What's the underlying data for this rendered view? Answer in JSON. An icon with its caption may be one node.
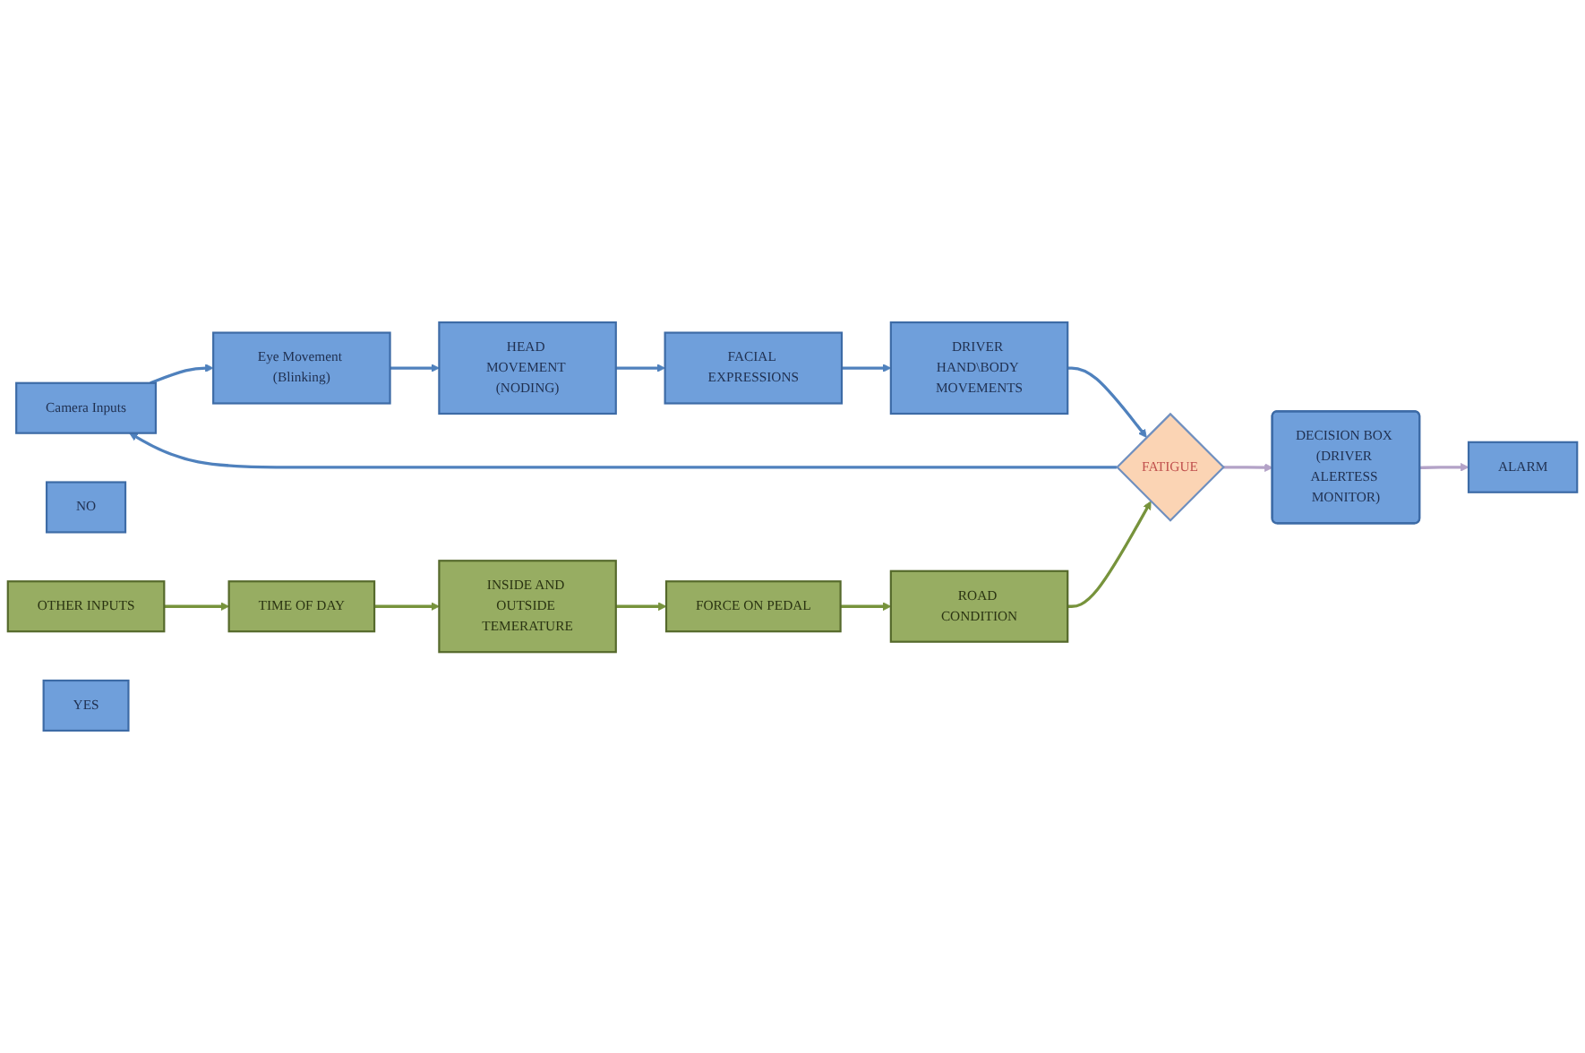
{
  "diagram": {
    "nodes": [
      {
        "text": [
          "Camera Inputs"
        ]
      },
      {
        "text": [
          "Eye Movement (Blinking)"
        ]
      },
      {
        "text": [
          "HEAD MOVEMENT (NODING)"
        ]
      },
      {
        "text": [
          "FACIAL EXPRESSIONS"
        ]
      },
      {
        "text": [
          "DRIVER HAND\\BODY MOVEMENTS"
        ]
      },
      {
        "text": [
          "FATIGUE"
        ]
      },
      {
        "text": [
          "NO"
        ]
      },
      {
        "text": [
          "OTHER INPUTS"
        ]
      },
      {
        "text": [
          "TIME OF DAY"
        ]
      },
      {
        "text": [
          "INSIDE AND OUTSIDE TEMERATURE"
        ]
      },
      {
        "text": [
          "FORCE ON PEDAL"
        ]
      },
      {
        "text": [
          "ROAD CONDITION"
        ]
      },
      {
        "text": [
          "YES"
        ]
      },
      {
        "text": [
          "DECISION BOX (DRIVER ALERTESS MONITOR)"
        ]
      },
      {
        "text": [
          "ALARM"
        ]
      }
    ],
    "edges": [
      {
        "from": 0,
        "to": 1,
        "arrow": "to"
      },
      {
        "from": 1,
        "to": 2,
        "arrow": "to"
      },
      {
        "from": 2,
        "to": 3,
        "arrow": "to"
      },
      {
        "from": 3,
        "to": 4,
        "arrow": "to"
      },
      {
        "from": 4,
        "to": 5,
        "arrow": "to"
      },
      {
        "from": 5,
        "to": 0,
        "arrow": "to"
      },
      {
        "from": 7,
        "to": 8,
        "arrow": "to",
        "color": "#77933c"
      },
      {
        "from": 8,
        "to": 9,
        "arrow": "to",
        "color": "#77933c"
      },
      {
        "from": 9,
        "to": 10,
        "arrow": "to",
        "color": "#77933c"
      },
      {
        "from": 10,
        "to": 11,
        "arrow": "to",
        "color": "#77933c"
      },
      {
        "from": 11,
        "to": 5,
        "arrow": "to",
        "color": "#77933c"
      },
      {
        "from": 5,
        "to": 13,
        "arrow": "to",
        "color": "#b3a2c7"
      },
      {
        "from": 13,
        "to": 14,
        "arrow": "to",
        "color": "#b3a2c7"
      }
    ]
  }
}
